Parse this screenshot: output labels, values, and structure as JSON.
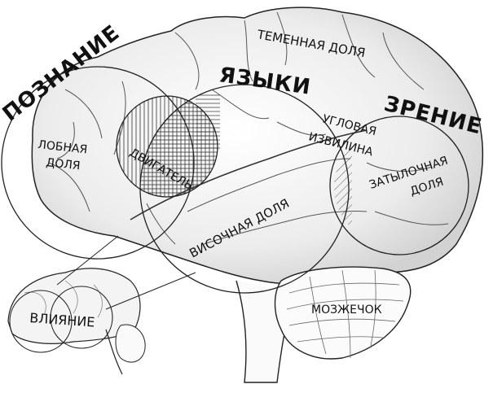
{
  "diagram": {
    "title_regions": {
      "cognition": "ПОЗНАНИЕ",
      "language": "ЯЗЫКИ",
      "vision": "ЗРЕНИЕ",
      "influence": "ВЛИЯНИЕ"
    },
    "lobes": {
      "parietal": "ТЕМЕННАЯ ДОЛЯ",
      "frontal_line1": "ЛОБНАЯ",
      "frontal_line2": "ДОЛЯ",
      "temporal": "ВИСОЧНАЯ ДОЛЯ",
      "occipital_line1": "ЗАТЫЛОЧНАЯ",
      "occipital_line2": "ДОЛЯ",
      "angular_line1": "УГЛОВАЯ",
      "angular_line2": "ИЗВИЛИНА",
      "motor": "ДВИГАТЕЛЬ",
      "cerebellum": "МОЗЖЕЧОК"
    },
    "colors": {
      "line": "#222222",
      "brain_fill": "#f2f2f2",
      "shade": "#d8d8d8",
      "background": "#ffffff"
    }
  }
}
